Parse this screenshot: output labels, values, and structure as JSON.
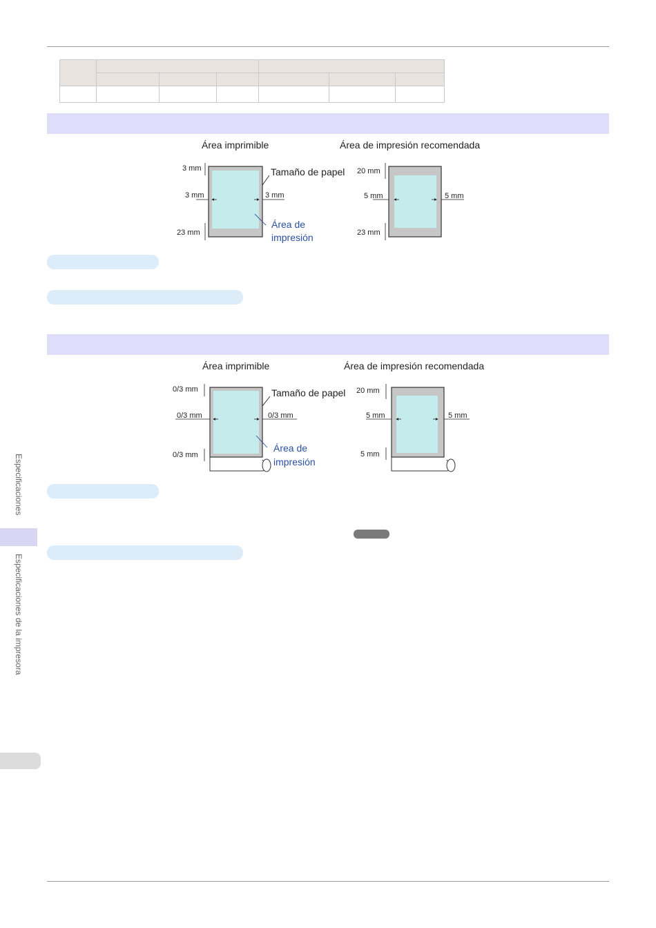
{
  "figure_printable": {
    "left_title": "Área imprimible",
    "right_title": "Área de impresión recomendada",
    "paper_size_label": "Tamaño de papel",
    "print_area_label_line1": "Área de",
    "print_area_label_line2": "impresión",
    "left_top": "3 mm",
    "left_left": "3 mm",
    "left_right": "3 mm",
    "left_bottom": "23 mm",
    "right_top": "20 mm",
    "right_left": "5 mm",
    "right_right": "5 mm",
    "right_bottom": "23 mm"
  },
  "figure_roll": {
    "left_title": "Área imprimible",
    "right_title": "Área de impresión recomendada",
    "paper_size_label": "Tamaño de papel",
    "print_area_label_line1": "Área de",
    "print_area_label_line2": "impresión",
    "left_top": "0/3 mm",
    "left_left": "0/3 mm",
    "left_right": "0/3 mm",
    "left_bottom": "0/3 mm",
    "right_top": "20 mm",
    "right_left": "5 mm",
    "right_right": "5 mm",
    "right_bottom": "5 mm"
  },
  "sidebar": {
    "section_label": "Especificaciones",
    "subsection_label": "Especificaciones de la impresora"
  },
  "colors": {
    "section_band": "#dfdefa",
    "subheading_pill": "#dcecf9",
    "paper_gray": "#c6c6c6",
    "print_area": "#c4ecec",
    "callout_blue": "#2a4fa0"
  }
}
